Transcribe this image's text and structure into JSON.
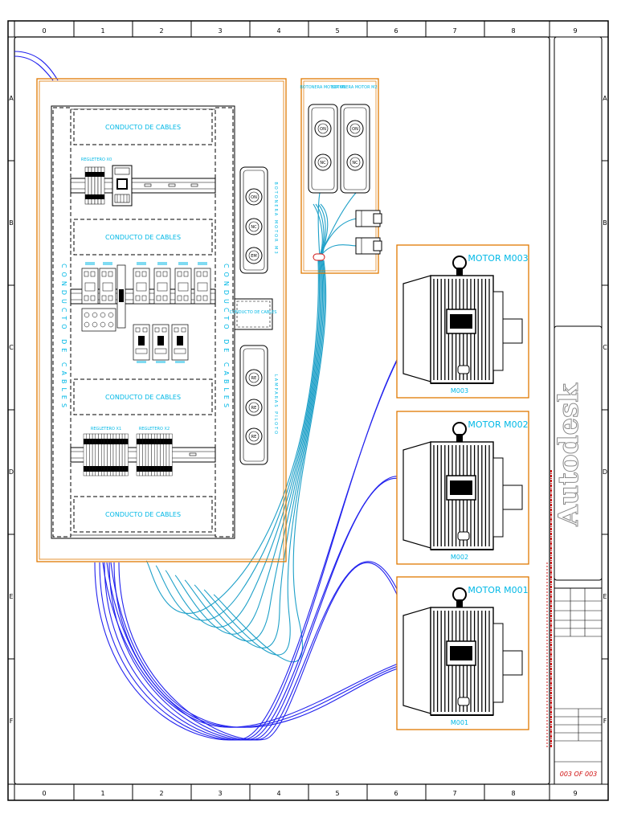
{
  "colors": {
    "panel_outline": "#e07800",
    "cyan_text": "#00b8e6",
    "wire_blue": "#2222ee",
    "wire_cyan": "#1ea0c8",
    "frame": "#000000",
    "stamp_red": "#d01010",
    "logo_gray": "#8a8a8a"
  },
  "frame": {
    "columns": [
      "0",
      "1",
      "2",
      "3",
      "4",
      "5",
      "6",
      "7",
      "8",
      "9"
    ],
    "rows": [
      "A",
      "B",
      "C",
      "D",
      "E",
      "F"
    ]
  },
  "cabinet": {
    "ducts_horizontal": [
      "CONDUCTO DE CABLES",
      "CONDUCTO DE CABLES",
      "CONDUCTO DE CABLES",
      "CONDUCTO DE CABLES"
    ],
    "duct_vertical_left": "CONDUCTO DE CABLES",
    "duct_vertical_right": "CONDUCTO DE CABLES",
    "small_duct": "CONDUCTO DE CABLES",
    "terminal_label_1": "REGLETERO X0",
    "terminal_label_2": "REGLETERO X1",
    "terminal_label_3": "REGLETERO X2"
  },
  "door_station": {
    "buttons_top": [
      "ON",
      "NC",
      "EM"
    ],
    "label_top": "BOTONERA MOTOR M3",
    "buttons_bottom": [
      "RE",
      "RE",
      "RE"
    ],
    "label_bottom": "LAMPARAS PILOTO"
  },
  "remote_box": {
    "label_1": "BOTONERA MOTOR M1",
    "label_2": "BOTONERA MOTOR M2",
    "buttons_1": [
      "ON",
      "NC"
    ],
    "buttons_2": [
      "ON",
      "NC"
    ]
  },
  "motors": [
    {
      "title": "MOTOR M003",
      "tag": "M003"
    },
    {
      "title": "MOTOR M002",
      "tag": "M002"
    },
    {
      "title": "MOTOR M001",
      "tag": "M001"
    }
  ],
  "title_block": {
    "logo": "Autodesk",
    "sheet": "003 OF 003"
  },
  "icons": {
    "terminal": "terminal-block-icon",
    "motor": "electric-motor-icon",
    "button": "push-button-icon"
  }
}
